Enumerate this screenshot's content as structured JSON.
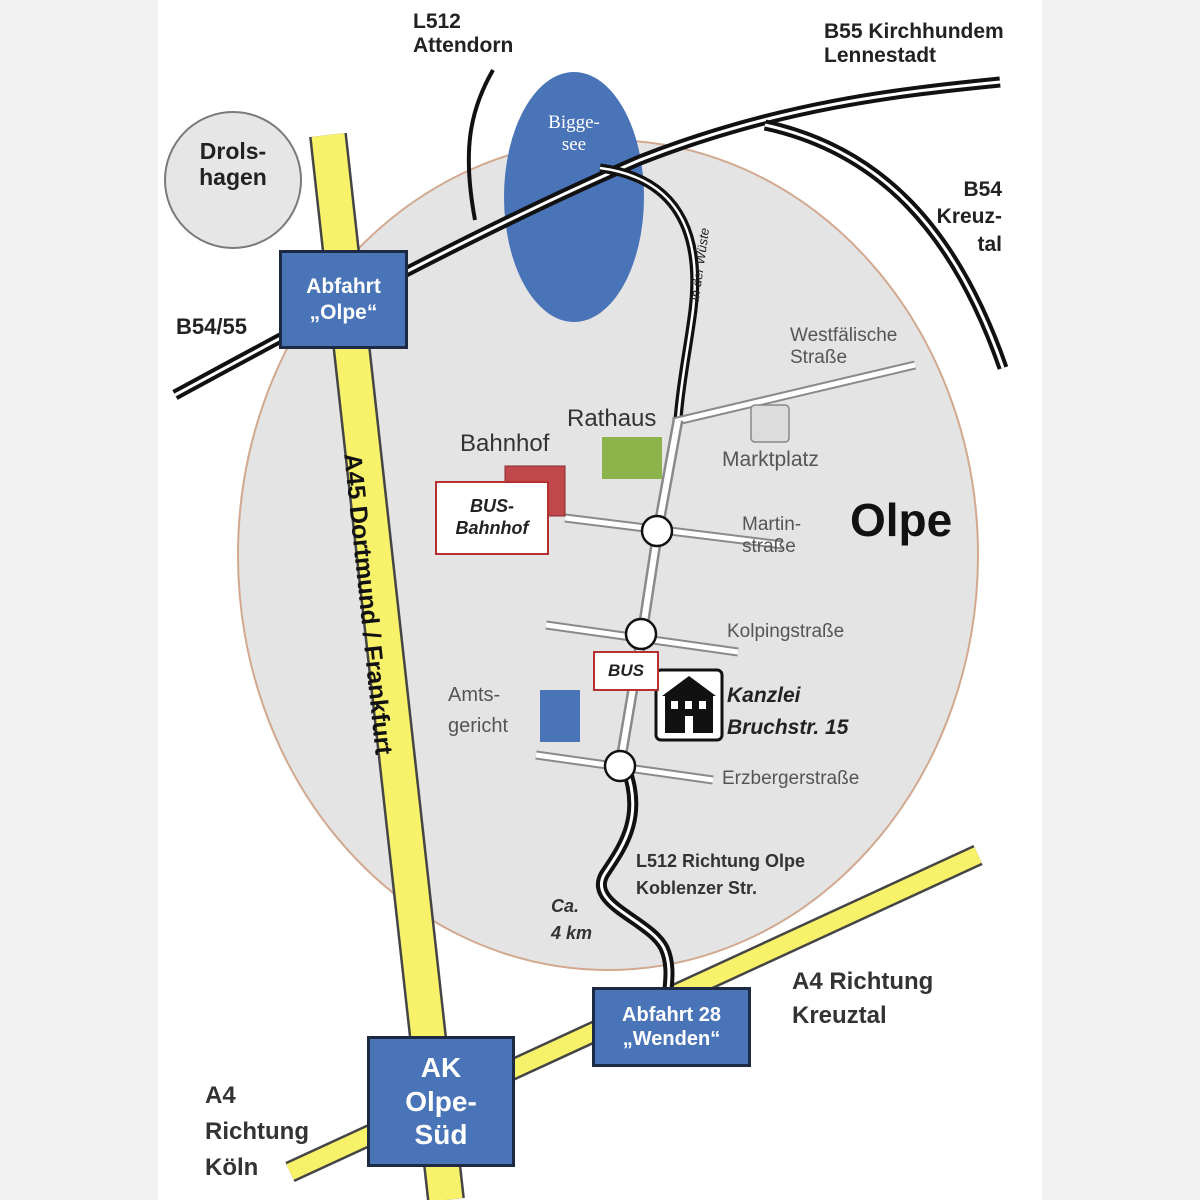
{
  "map": {
    "city_label": "Olpe",
    "lake_label": [
      "Bigge-",
      "see"
    ],
    "drolshagen": [
      "Drols-",
      "hagen"
    ],
    "roads": {
      "l512_north": [
        "L512",
        "Attendorn"
      ],
      "b55": [
        "B55 Kirchhundem",
        "Lennestadt"
      ],
      "b54": [
        "B54",
        "Kreuz-",
        "tal"
      ],
      "b54_55": "B54/55",
      "a45": "A45  Dortmund / Frankfurt",
      "l512_south": [
        "L512 Richtung Olpe",
        "Koblenzer Str."
      ],
      "distance": [
        "Ca.",
        "4 km"
      ],
      "a4_east": [
        "A4 Richtung",
        "Kreuztal"
      ],
      "a4_west": [
        "A4",
        "Richtung",
        "Köln"
      ]
    },
    "streets": {
      "in_der_wueste": "In der Wüste",
      "westfaelische": [
        "Westfälische",
        "Straße"
      ],
      "martinstrasse": [
        "Martin-",
        "straße"
      ],
      "kolpingstrasse": "Kolpingstraße",
      "erzbergerstrasse": "Erzbergerstraße"
    },
    "places": {
      "rathaus": "Rathaus",
      "bahnhof": "Bahnhof",
      "marktplatz": "Marktplatz",
      "amtsgericht": [
        "Amts-",
        "gericht"
      ],
      "bus_bahnhof": [
        "BUS-",
        "Bahnhof"
      ],
      "bus": "BUS",
      "kanzlei": [
        "Kanzlei",
        "Bruchstr.  15"
      ]
    },
    "exits": {
      "olpe": [
        "Abfahrt",
        "„Olpe“"
      ],
      "wenden": [
        "Abfahrt 28",
        "„Wenden“"
      ],
      "ak_olpe_sued": [
        "AK",
        "Olpe-",
        "Süd"
      ]
    },
    "colors": {
      "motorway": "#f8f26a",
      "exit_box": "#4a74b8",
      "lake": "#4a74b8",
      "city_area": "#e4e4e4",
      "rathaus": "#8db44a",
      "bahnhof": "#c0474a",
      "amtsgericht": "#4a74b8",
      "bus_border": "#b5302f"
    },
    "icons": [
      "house-icon"
    ]
  }
}
